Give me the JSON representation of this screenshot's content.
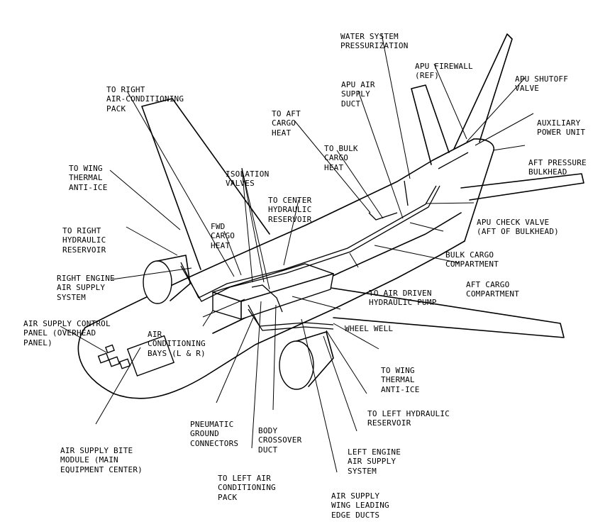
{
  "labels": {
    "water_system_pressurization": [
      "WATER SYSTEM",
      "PRESSURIZATION"
    ],
    "apu_firewall": [
      "APU FIREWALL",
      "(REF)"
    ],
    "apu_shutoff_valve": [
      "APU SHUTOFF",
      "VALVE"
    ],
    "apu_air_supply_duct": [
      "APU AIR",
      "SUPPLY",
      "DUCT"
    ],
    "to_right_ac_pack": [
      "TO RIGHT",
      "AIR-CONDITIONING",
      "PACK"
    ],
    "to_aft_cargo_heat": [
      "TO AFT",
      "CARGO",
      "HEAT"
    ],
    "auxiliary_power_unit": [
      "AUXILIARY",
      "POWER UNIT"
    ],
    "to_bulk_cargo_heat": [
      "TO BULK",
      "CARGO",
      "HEAT"
    ],
    "aft_pressure_bulkhead": [
      "AFT PRESSURE",
      "BULKHEAD"
    ],
    "to_wing_thermal_anti_ice_right": [
      "TO WING",
      "THERMAL",
      "ANTI-ICE"
    ],
    "isolation_valves": [
      "ISOLATION",
      "VALVES"
    ],
    "to_center_hydraulic_reservoir": [
      "TO CENTER",
      "HYDRAULIC",
      "RESERVOIR"
    ],
    "apu_check_valve": [
      "APU CHECK VALVE",
      "(AFT OF BULKHEAD)"
    ],
    "fwd_cargo_heat": [
      "FWD",
      "CARGO",
      "HEAT"
    ],
    "to_right_hydraulic_reservoir": [
      "TO RIGHT",
      "HYDRAULIC",
      "RESERVOIR"
    ],
    "bulk_cargo_compartment": [
      "BULK CARGO",
      "COMPARTMENT"
    ],
    "right_engine_air_supply": [
      "RIGHT ENGINE",
      "AIR SUPPLY",
      "SYSTEM"
    ],
    "aft_cargo_compartment": [
      "AFT CARGO",
      "COMPARTMENT"
    ],
    "to_air_driven_hydraulic_pump": [
      "TO AIR DRIVEN",
      "HYDRAULIC PUMP"
    ],
    "air_supply_control_panel": [
      "AIR SUPPLY CONTROL",
      "PANEL (OVERHEAD",
      "PANEL)"
    ],
    "wheel_well": [
      "WHEEL WELL"
    ],
    "air_conditioning_bays": [
      "AIR",
      "CONDITIONING",
      "BAYS (L & R)"
    ],
    "to_wing_thermal_anti_ice_left": [
      "TO WING",
      "THERMAL",
      "ANTI-ICE"
    ],
    "to_left_hydraulic_reservoir": [
      "TO LEFT HYDRAULIC",
      "RESERVOIR"
    ],
    "pneumatic_ground_connectors": [
      "PNEUMATIC",
      "GROUND",
      "CONNECTORS"
    ],
    "body_crossover_duct": [
      "BODY",
      "CROSSOVER",
      "DUCT"
    ],
    "left_engine_air_supply": [
      "LEFT ENGINE",
      "AIR SUPPLY",
      "SYSTEM"
    ],
    "air_supply_bite_module": [
      "AIR SUPPLY BITE",
      "MODULE (MAIN",
      "EQUIPMENT CENTER)"
    ],
    "to_left_ac_pack": [
      "TO LEFT AIR",
      "CONDITIONING",
      "PACK"
    ],
    "air_supply_wing_leading_edge_ducts": [
      "AIR SUPPLY",
      "WING LEADING",
      "EDGE DUCTS"
    ]
  }
}
